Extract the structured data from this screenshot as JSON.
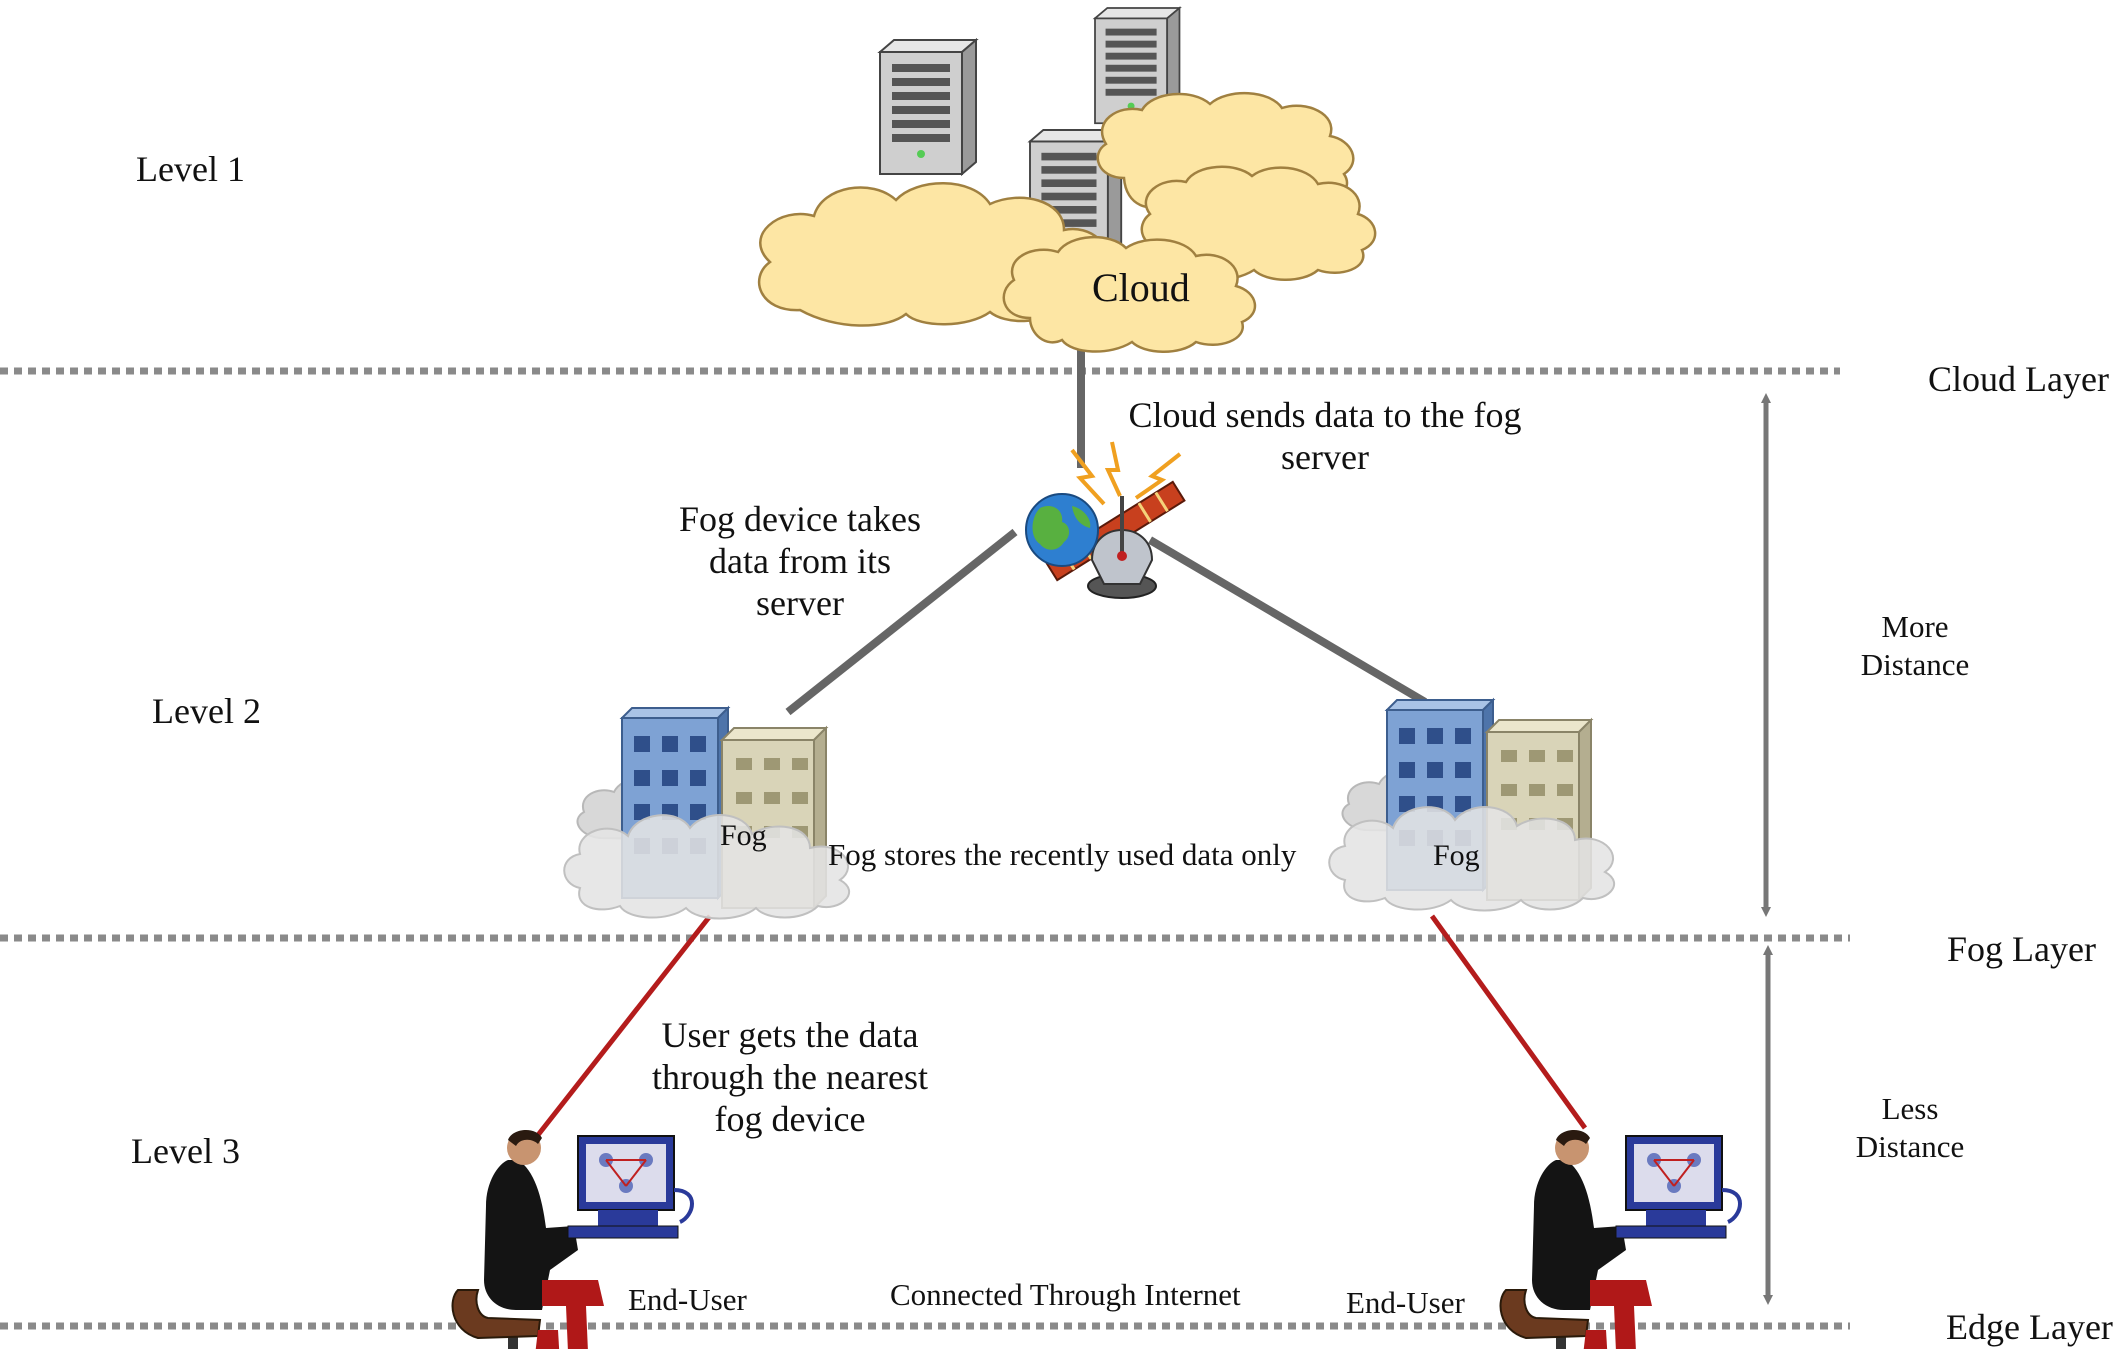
{
  "levels": {
    "level1": "Level 1",
    "level2": "Level 2",
    "level3": "Level 3"
  },
  "layers": {
    "cloud": "Cloud Layer",
    "fog": "Fog Layer",
    "edge": "Edge Layer"
  },
  "distances": {
    "more": [
      "More",
      "Distance"
    ],
    "less": [
      "Less",
      "Distance"
    ]
  },
  "labels": {
    "cloud": "Cloud",
    "fog_left": "Fog",
    "fog_right": "Fog",
    "end_user_left": "End-User",
    "end_user_right": "End-User",
    "connected": "Connected Through Internet",
    "fog_stores": "Fog stores the recently used data only"
  },
  "annotations": {
    "cloud_sends": [
      "Cloud sends data to the fog",
      "server"
    ],
    "fog_takes": [
      "Fog device takes",
      "data from its",
      "server"
    ],
    "user_gets": [
      "User gets the data",
      "through the nearest",
      "fog device"
    ]
  },
  "colors": {
    "divider": "#8a8a8a",
    "link_gray": "#666666",
    "link_red": "#b41c1c",
    "cloud_fill": "#fde6a4",
    "cloud_stroke": "#a08040",
    "fog_cloud": "#dcdcdc",
    "building_blue": "#7ea2d4",
    "building_beige": "#d9d4b8",
    "server_gray": "#c8c8c8",
    "monitor_blue": "#2a3a9a",
    "trousers_red": "#b01818"
  },
  "icons": [
    "server-icon",
    "cloud-icon",
    "satellite-icon",
    "globe-icon",
    "building-icon",
    "fog-cloud-icon",
    "user-at-computer-icon"
  ]
}
